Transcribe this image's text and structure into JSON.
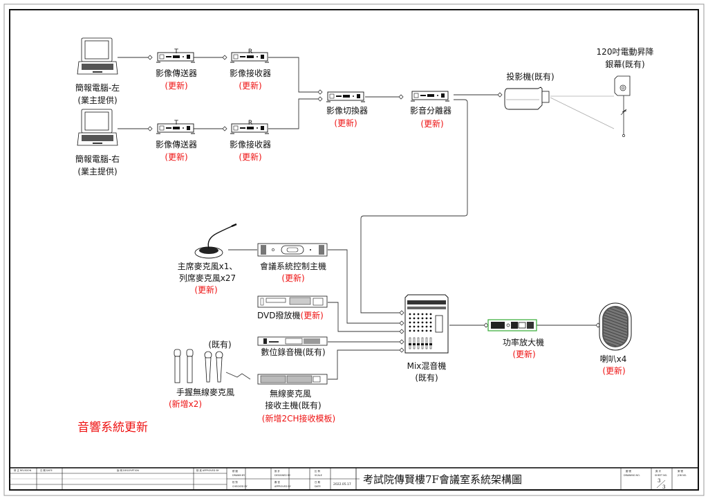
{
  "diagram": {
    "section_title": "音響系統更新",
    "video": {
      "laptop_left": {
        "name": "簡報電腦-左",
        "note": "(業主提供)"
      },
      "laptop_right": {
        "name": "簡報電腦-右",
        "note": "(業主提供)"
      },
      "tx_top": {
        "tag": "T",
        "name": "影像傳送器",
        "status": "(更新)"
      },
      "rx_top": {
        "tag": "R",
        "name": "影像接收器",
        "status": "(更新)"
      },
      "tx_bottom": {
        "tag": "T",
        "name": "影像傳送器",
        "status": "(更新)"
      },
      "rx_bottom": {
        "tag": "R",
        "name": "影像接收器",
        "status": "(更新)"
      },
      "switcher": {
        "name": "影像切換器",
        "status": "(更新)"
      },
      "av_splitter": {
        "name": "影音分離器",
        "status": "(更新)"
      },
      "projector": {
        "name": "投影機(既有)"
      },
      "screen": {
        "line1": "120吋電動昇降",
        "line2": "銀幕(既有)"
      }
    },
    "audio": {
      "conf_mic": {
        "line1": "主席麥克風x1、",
        "line2": "列席麥克風x27",
        "status": "(更新)"
      },
      "conf_controller": {
        "name": "會議系統控制主機",
        "status": "(更新)"
      },
      "dvd": {
        "name": "DVD撥放機",
        "status": "(更新)"
      },
      "recorder": {
        "name": "數位錄音機(既有)"
      },
      "wireless_receiver": {
        "line1": "無線麥克風",
        "line2": "接收主機(既有)",
        "status": "(新增2CH接收模板)"
      },
      "handheld_mics": {
        "existing": "(既有)",
        "name": "手握無線麥克風",
        "status": "(新增x2)"
      },
      "mixer": {
        "name": "Mix混音機",
        "note": "(既有)"
      },
      "amplifier": {
        "name": "功率放大機",
        "status": "(更新)"
      },
      "speaker": {
        "name": "喇叭x4",
        "status": "(更新)"
      }
    }
  },
  "title_block": {
    "revision_label": "修 正 REVISION",
    "date_label": "日 期 DATE",
    "description_label": "說 明 DESCRIPTION",
    "approved_label": "核 准 APPROVED BY",
    "drawn_label": "繪 圖",
    "drawn_en": "DRAWN BY",
    "checked_label": "校 對",
    "checked_en": "CHECKED BY",
    "designed_label": "設 計",
    "designed_en": "DESIGNED BY",
    "approved2_label": "審 查",
    "approved2_en": "APPROVED BY",
    "scale_label": "比 例",
    "scale_en": "SCALE",
    "date2_label": "日 期",
    "date2_en": "DATE",
    "date_value": "2022.05.17",
    "drawing_title": "考試院傳賢樓7F會議室系統架構圖",
    "drawing_no_label": "圖 號",
    "drawing_no_en": "DRAWING NO.",
    "sheet_label": "頁 次",
    "sheet_en": "SHEET NO.",
    "sheet_current": "3",
    "sheet_total": "3",
    "job_label": "案 號",
    "job_en": "JOB NO."
  }
}
